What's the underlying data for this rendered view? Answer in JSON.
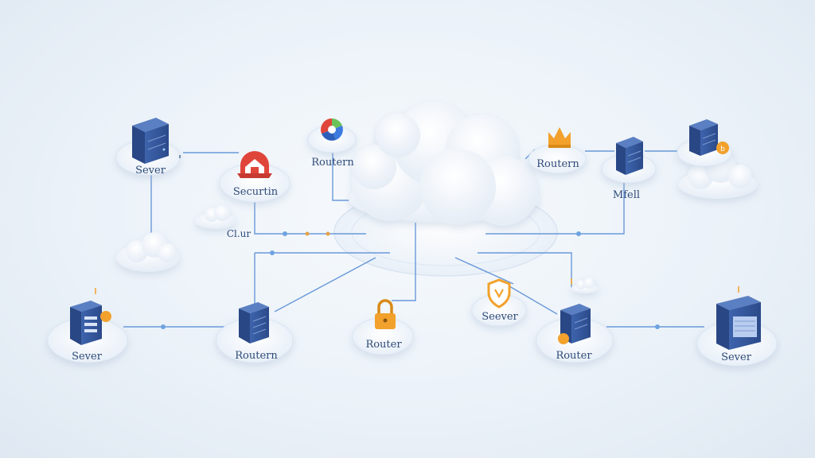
{
  "diagram": {
    "nodes": {
      "server_top_left": "Sever",
      "security": "Securtin",
      "router_top_center": "Routern",
      "router_top_right": "Routern",
      "mail": "Mfell",
      "cloud_label": "Cl.ur",
      "server_bottom_left": "Sever",
      "router_bottom_left": "Routern",
      "router_lock": "Router",
      "server_shield": "Seever",
      "router_bottom_right": "Router",
      "server_bottom_right": "Sever"
    },
    "icons": {
      "server": "server-rack-icon",
      "security": "security-gateway-icon",
      "router_top_center": "color-wheel-icon",
      "crown": "crown-icon",
      "lock": "padlock-icon",
      "shield": "shield-icon",
      "cloud": "cloud-icon"
    },
    "colors": {
      "line": "#5b8fd6",
      "node_dot": "#6fa3e0",
      "server_dark": "#2f4f8f",
      "server_light": "#4f73b8",
      "orange": "#f2a12c",
      "red": "#e0453a",
      "platform": "#f3f7fb"
    }
  }
}
